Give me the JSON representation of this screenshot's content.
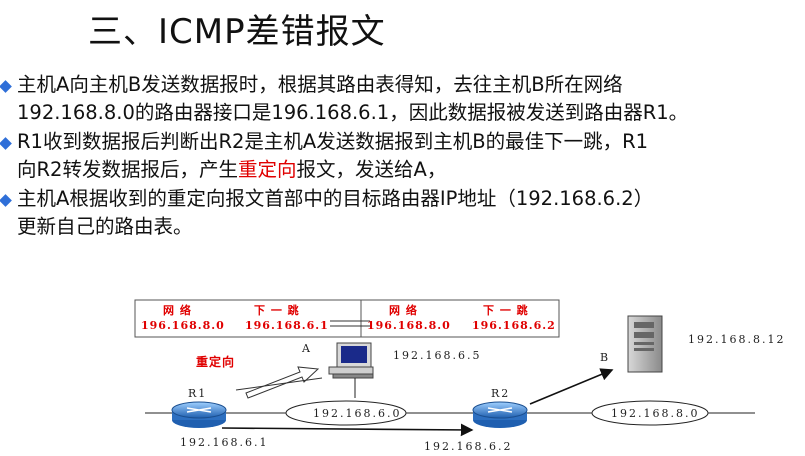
{
  "title": "三、ICMP差错报文",
  "bullets": [
    {
      "lines": [
        "主机A向主机B发送数据报时，根据其路由表得知，去往主机B所在网络",
        "192.168.8.0的路由器接口是196.168.6.1，因此数据报被发送到路由器R1。"
      ]
    },
    {
      "lines_rich": [
        [
          "R1收到数据报后判断出R2是主机A发送数据报到主机B的最佳下一跳，R1"
        ],
        [
          "向R2转发数据报后，产生",
          "重定向",
          "报文，发送给A，"
        ]
      ]
    },
    {
      "lines": [
        "主机A根据收到的重定向报文首部中的目标路由器IP地址（192.168.6.2）",
        "更新自己的路由表。"
      ]
    }
  ],
  "diagram": {
    "table1": {
      "col1_header": "网 络",
      "col2_header": "下 一 跳",
      "col1_value": "196.168.8.0",
      "col2_value": "196.168.6.1"
    },
    "table2": {
      "col1_header": "网 络",
      "col2_header": "下 一 跳",
      "col1_value": "196.168.8.0",
      "col2_value": "196.168.6.2"
    },
    "redirect_label": "重定向",
    "host_a_label": "A",
    "host_a_ip": "192.168.6.5",
    "host_b_label": "B",
    "host_b_ip": "192.168.8.12",
    "r1_label": "R1",
    "r1_ip": "192.168.6.1",
    "r2_label": "R2",
    "r2_ip": "192.168.6.2",
    "net1": "192.168.6.0",
    "net2": "192.168.8.0",
    "colors": {
      "accent_red": "#e00000",
      "router_blue": "#3b7fd0",
      "bullet_blue": "#2f6fd8"
    }
  }
}
